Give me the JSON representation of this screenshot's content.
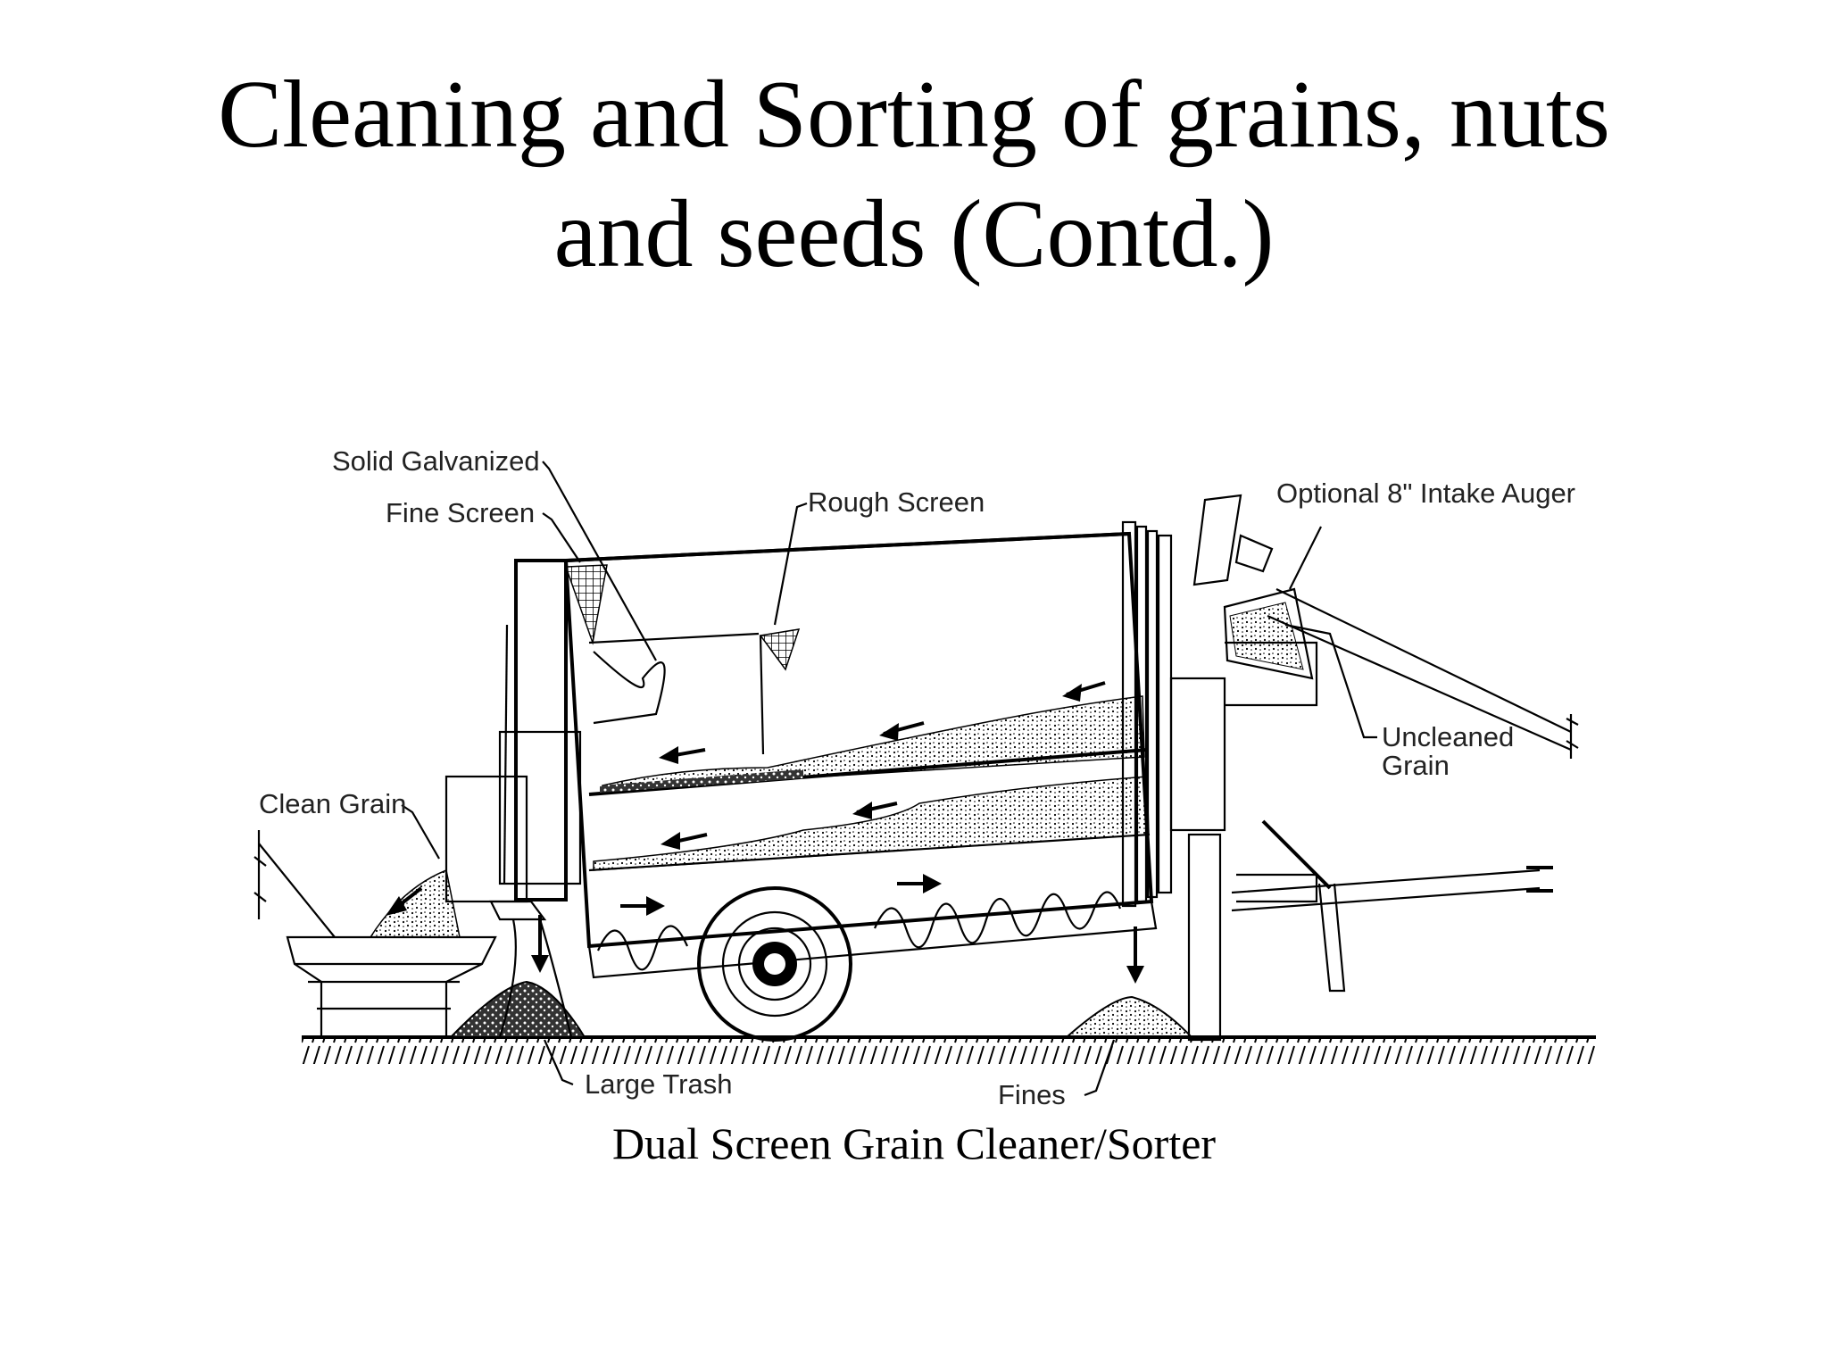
{
  "slide": {
    "title_line1": "Cleaning and Sorting of grains, nuts",
    "title_line2": "and seeds (Contd.)",
    "caption": "Dual Screen Grain Cleaner/Sorter"
  },
  "diagram": {
    "labels": {
      "solid_galvanized": "Solid Galvanized",
      "fine_screen": "Fine Screen",
      "rough_screen": "Rough Screen",
      "intake_auger": "Optional 8\" Intake Auger",
      "uncleaned_line1": "Uncleaned",
      "uncleaned_line2": "Grain",
      "clean_grain": "Clean Grain",
      "large_trash": "Large Trash",
      "fines": "Fines"
    }
  }
}
